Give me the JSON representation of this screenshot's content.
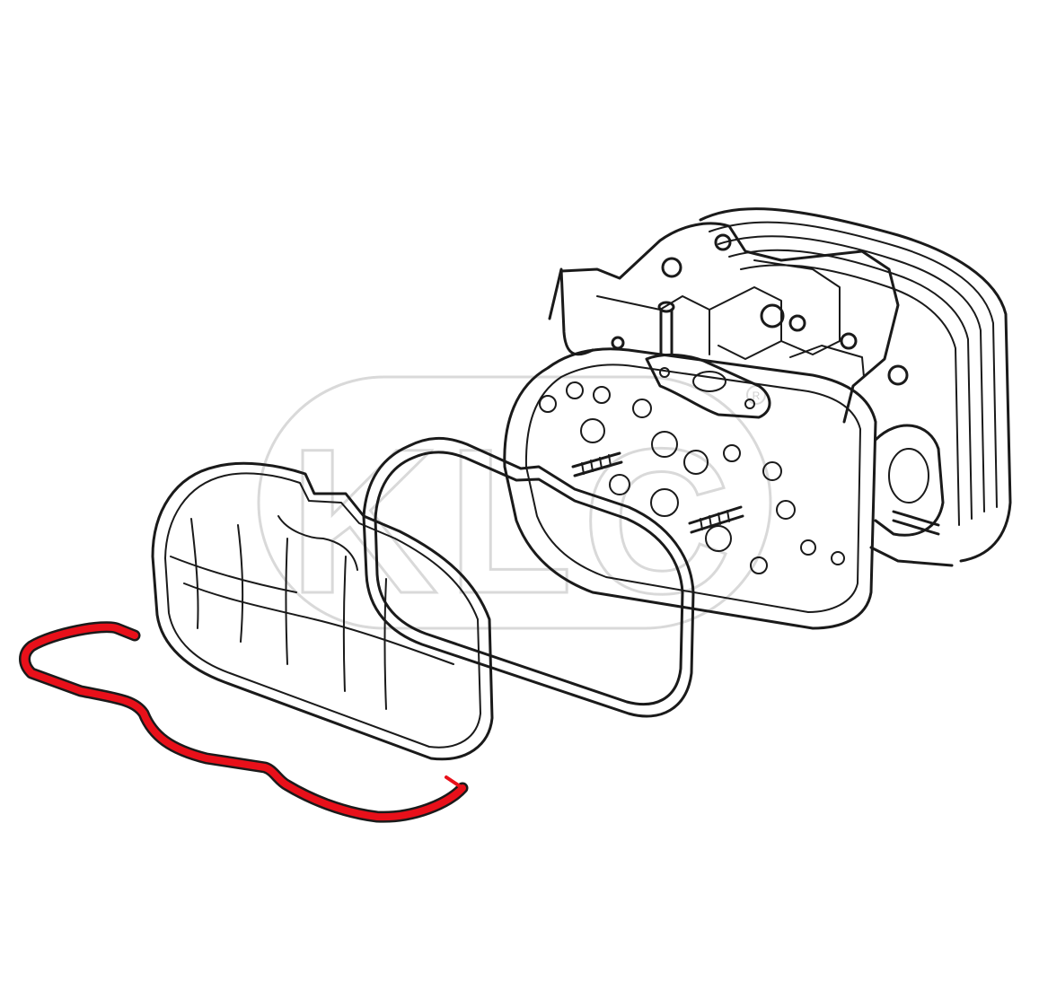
{
  "watermark": {
    "text": "KLC",
    "registered_mark": "R",
    "color": "#d9d9d9"
  },
  "diagram": {
    "highlight_color": "#e8101a",
    "line_color": "#1a1a1a",
    "parts": [
      {
        "id": "cylinder-head",
        "icon": "cylinder-head-illustration"
      },
      {
        "id": "valve-cover-gasket",
        "icon": "gasket-illustration"
      },
      {
        "id": "valve-cover",
        "icon": "valve-cover-illustration"
      },
      {
        "id": "valve-cover-retaining-clip",
        "icon": "wire-clip-illustration",
        "highlighted": true
      }
    ]
  }
}
